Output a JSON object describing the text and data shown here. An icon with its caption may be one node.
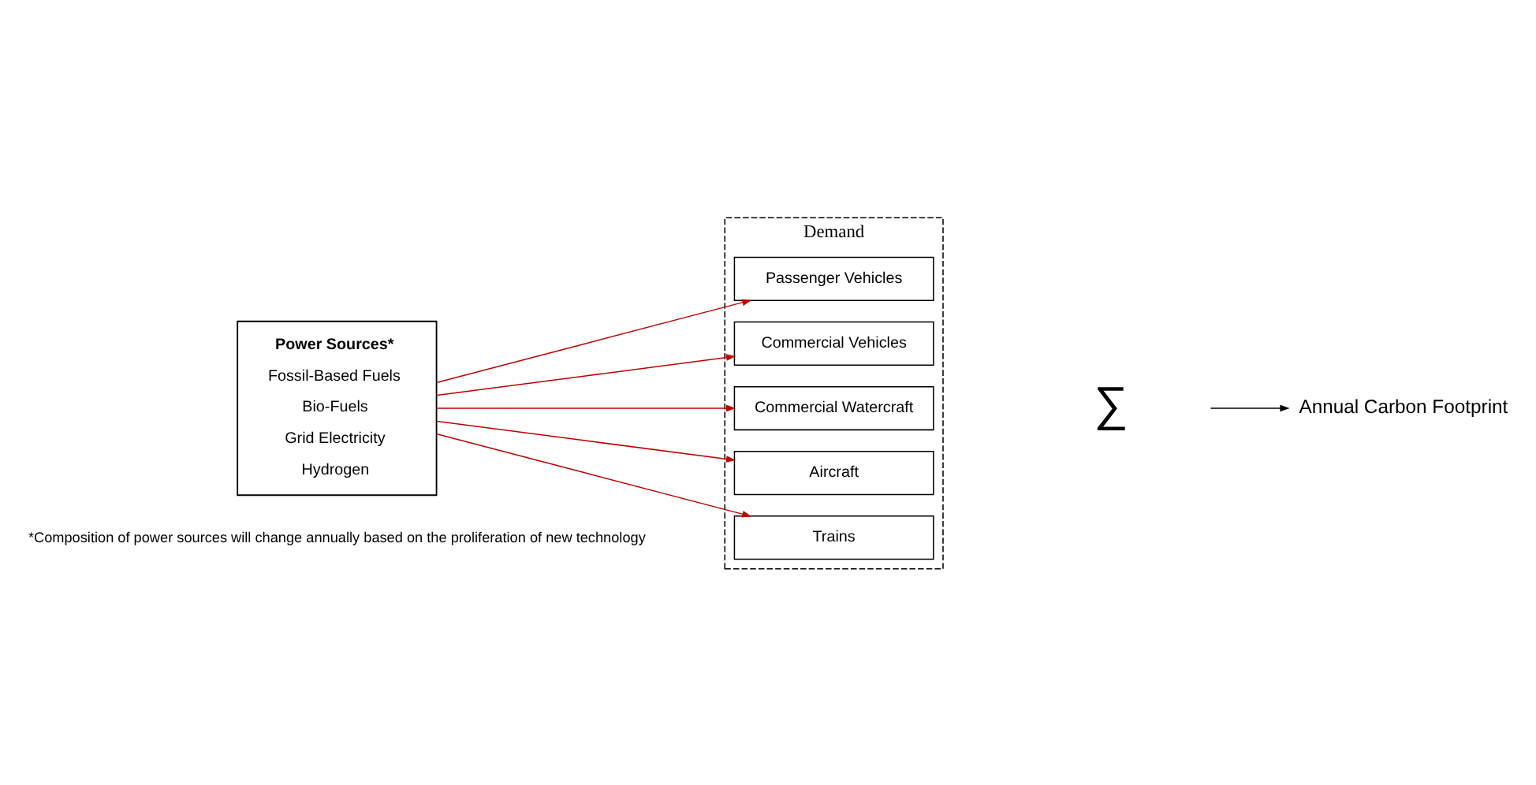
{
  "diagram": {
    "nodes": [
      {
        "text": [
          "Power Sources*",
          "Fossil-Based Fuels",
          "Bio-Fuels",
          "Grid Electricity",
          "Hydrogen"
        ],
        "beside": [
          "*Composition of power sources will change annually based on the proliferation of new technology"
        ]
      },
      {
        "text": [
          "Demand"
        ]
      },
      {
        "text": [
          "Passenger Vehicles"
        ],
        "in": 1
      },
      {
        "text": [
          "Commercial Vehicles"
        ],
        "in": 1
      },
      {
        "text": [
          "Commercial Watercraft"
        ],
        "in": 1
      },
      {
        "text": [
          "Aircraft"
        ],
        "in": 1
      },
      {
        "text": [
          "Trains"
        ],
        "in": 1
      },
      {
        "text": [
          "∑"
        ]
      },
      {
        "text": [
          "Annual Carbon Footprint"
        ]
      }
    ],
    "edges": [
      {
        "from": 0,
        "to": 2,
        "arrow": "to",
        "color": "#c00000"
      },
      {
        "from": 0,
        "to": 3,
        "arrow": "to",
        "color": "#c00000"
      },
      {
        "from": 0,
        "to": 4,
        "arrow": "to",
        "color": "#c00000"
      },
      {
        "from": 0,
        "to": 5,
        "arrow": "to",
        "color": "#c00000"
      },
      {
        "from": 0,
        "to": 6,
        "arrow": "to",
        "color": "#c00000"
      },
      {
        "from": 7,
        "to": 8,
        "arrow": "to",
        "color": "#000000"
      }
    ]
  }
}
